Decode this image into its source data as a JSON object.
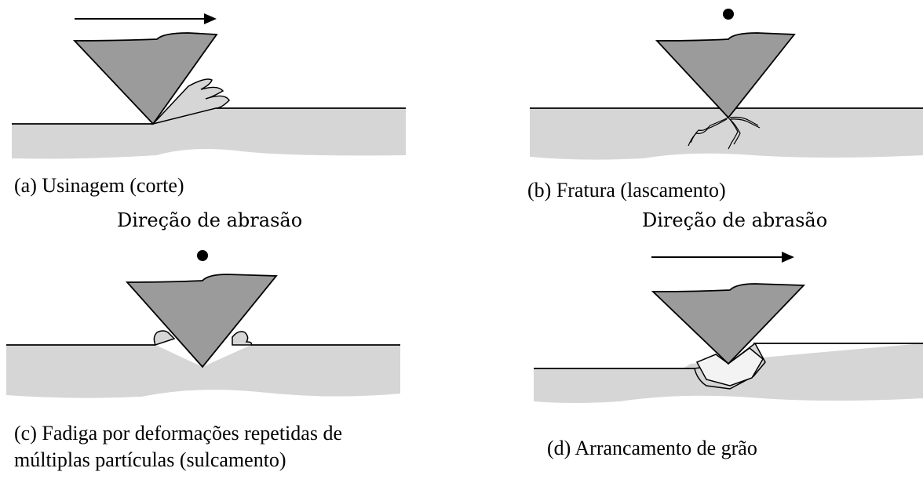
{
  "panels": {
    "a": {
      "caption": "(a) Usinagem (corte)"
    },
    "b": {
      "caption": "(b) Fratura (lascamento)"
    },
    "c": {
      "caption_line1": "(c) Fadiga por deformações repetidas de",
      "caption_line2": "múltiplas partículas (sulcamento)"
    },
    "d": {
      "caption": "(d) Arrancamento de grão"
    }
  },
  "labels": {
    "direction_left": "Direção de abrasão",
    "direction_right": "Direção de abrasão"
  },
  "colors": {
    "abrasive": "#9b9b9b",
    "material": "#d6d6d6",
    "grain": "#f3f3f3",
    "stroke": "#000000"
  },
  "icons": {
    "motion_arrow": "arrow-right-icon",
    "perpendicular_motion": "dot-icon"
  }
}
